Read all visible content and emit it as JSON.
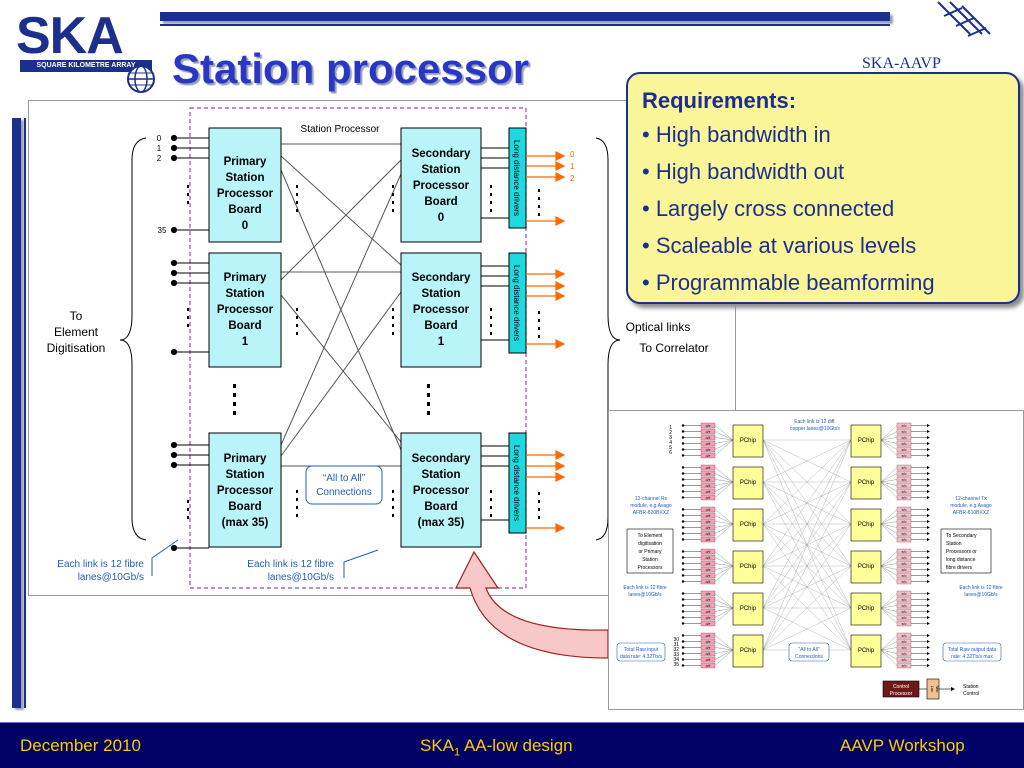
{
  "header": {
    "title": "Station processor",
    "ska_logo": {
      "letters": "SKA",
      "subtitle": "SQUARE KILOMETRE ARRAY",
      "icon": "globe-icon"
    },
    "aavp_logo": {
      "text": "SKA-AAVP"
    }
  },
  "diagram": {
    "station_label": "Station Processor",
    "input_ports": [
      "0",
      "1",
      "2",
      "35"
    ],
    "output_ports": [
      "0",
      "1",
      "2"
    ],
    "primary_boards": [
      {
        "lines": [
          "Primary",
          "Station",
          "Processor",
          "Board",
          "0"
        ]
      },
      {
        "lines": [
          "Primary",
          "Station",
          "Processor",
          "Board",
          "1"
        ]
      },
      {
        "lines": [
          "Primary",
          "Station",
          "Processor",
          "Board",
          "(max 35)"
        ]
      }
    ],
    "secondary_boards": [
      {
        "lines": [
          "Secondary",
          "Station",
          "Processor",
          "Board",
          "0"
        ]
      },
      {
        "lines": [
          "Secondary",
          "Station",
          "Processor",
          "Board",
          "1"
        ]
      },
      {
        "lines": [
          "Secondary",
          "Station",
          "Processor",
          "Board",
          "(max 35)"
        ]
      }
    ],
    "driver_label": "Long distance drivers",
    "left_label": [
      "To",
      "Element",
      "Digitisation"
    ],
    "right_label": [
      "Optical links",
      "To Correlator"
    ],
    "all_to_all": [
      "“All to All”",
      "Connections"
    ],
    "link_note_left": [
      "Each link is 12 fibre",
      "lanes@10Gb/s"
    ],
    "link_note_mid": [
      "Each link is 12 fibre",
      "lanes@10Gb/s"
    ]
  },
  "requirements": {
    "title": "Requirements:",
    "items": [
      "• High bandwidth in",
      "• High bandwidth out",
      "• Largely cross connected",
      "• Scaleable at various levels",
      "•  Programmable beamforming"
    ]
  },
  "inset": {
    "chip_label": "PChip",
    "rx_cell": "o/e",
    "tx_cell": "e/o",
    "row_numbers_top": [
      "1",
      "2",
      "3",
      "4",
      "5",
      "6"
    ],
    "row_numbers_bottom": [
      "30",
      "31",
      "32",
      "33",
      "34",
      "35"
    ],
    "notes": {
      "top": [
        "Each link is 12 diff.",
        "copper lanes@10Gb/s"
      ],
      "rx_module": [
        "12-channel Rx",
        "module, e.g Avago",
        "AFBR-820BXXZ"
      ],
      "tx_module": [
        "12-channel Tx",
        "module, e.g Avago",
        "AFBR-810BXXZ"
      ],
      "to_element": [
        "To Element",
        "digitisation",
        "or Primary",
        "Station",
        "Processors"
      ],
      "to_secondary": [
        "To Secondary",
        "Station",
        "Processors or",
        "long distance",
        "fibre drivers"
      ],
      "link_left": [
        "Each link is 12 fibre",
        "lanes@10Gb/s"
      ],
      "link_right": [
        "Each link is 12 fibre",
        "lanes@10Gb/s"
      ],
      "raw_input": [
        "Total Raw input",
        "data rate: 4.32Tb/s"
      ],
      "raw_output": [
        "Total Raw output data",
        "rate: 4.32Tb/s max"
      ],
      "all_to_all": [
        "“All to All”",
        "Connections"
      ],
      "control": [
        "Control",
        "Processor"
      ],
      "lan": [
        "Lan",
        "Ntfc"
      ],
      "station_control": [
        "Station",
        "Control"
      ]
    }
  },
  "footer": {
    "date": "December 2010",
    "center_main": "SKA",
    "center_sub": "1",
    "center_rest": " AA-low design",
    "right": "AAVP Workshop"
  },
  "colors": {
    "brand_blue": "#1c2f8c",
    "title_blue": "#2a36c4",
    "board_fill": "#b8f4f8",
    "driver_fill": "#20d8e0",
    "arrow_orange": "#ff6a00",
    "note_blue": "#2060c0",
    "requirements_fill": "#fbf59a",
    "chip_fill": "#ffff99",
    "rx_fill": "#f4a0b4",
    "tx_fill": "#f0c0c8",
    "control_fill": "#701818",
    "footer_bg": "#000066",
    "footer_text": "#ffcc00",
    "pointer_fill": "#f8c8c8"
  }
}
